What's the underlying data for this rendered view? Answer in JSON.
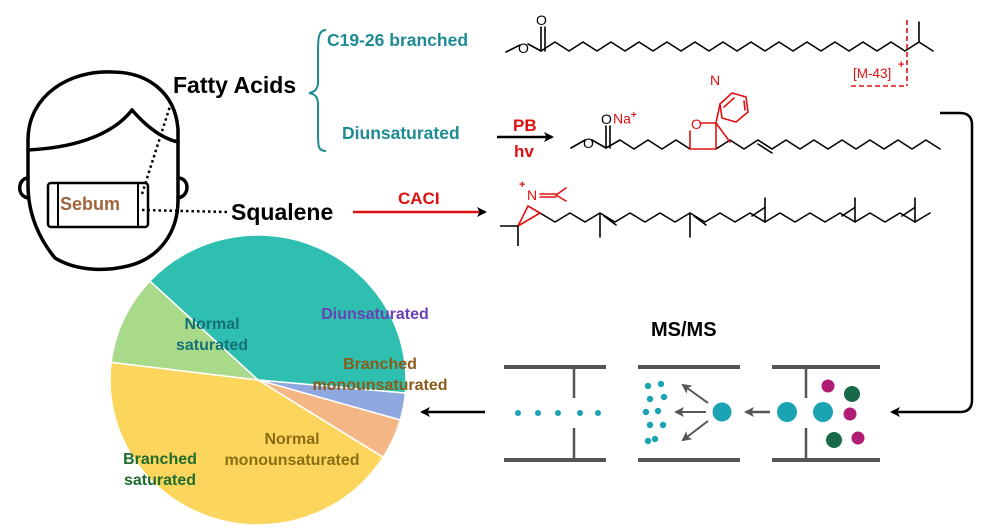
{
  "labels": {
    "fatty_acids": "Fatty Acids",
    "c19_branched": "C19-26 branched",
    "diunsaturated": "Diunsaturated",
    "sebum": "Sebum",
    "squalene": "Squalene",
    "pb": "PB",
    "hv": "hv",
    "caci": "CACI",
    "ms_ms": "MS/MS",
    "m43": "[M-43]",
    "m43_charge": "+",
    "na": "Na",
    "na_charge": "+",
    "n_charge": "+"
  },
  "atoms": {
    "oxygen": "O",
    "nitrogen": "N"
  },
  "colors": {
    "teal_text": "#1e8a94",
    "red": "#e01010",
    "sebum_text": "#a0643a",
    "ion_teal": "#1aa3b3",
    "ion_magenta": "#b01e73",
    "ion_green": "#17694a",
    "black": "#000000"
  },
  "pie": {
    "slices": [
      {
        "label_lines": [
          "Normal",
          "saturated"
        ],
        "value": 39.5,
        "color": "#2ebfb0",
        "label_color": "#157078"
      },
      {
        "label_lines": [
          "Diunsaturated"
        ],
        "value": 3.0,
        "color": "#8fa9e0",
        "label_color": "#6b3fb5"
      },
      {
        "label_lines": [
          "Branched",
          "monounsaturated"
        ],
        "value": 4.5,
        "color": "#f5b686",
        "label_color": "#8a5a18"
      },
      {
        "label_lines": [
          "Normal",
          "monounsaturated"
        ],
        "value": 43.0,
        "color": "#fcd65c",
        "label_color": "#8a6d14"
      },
      {
        "label_lines": [
          "Branched",
          "saturated"
        ],
        "value": 10.0,
        "color": "#a9da8a",
        "label_color": "#1f6b2e"
      }
    ]
  }
}
